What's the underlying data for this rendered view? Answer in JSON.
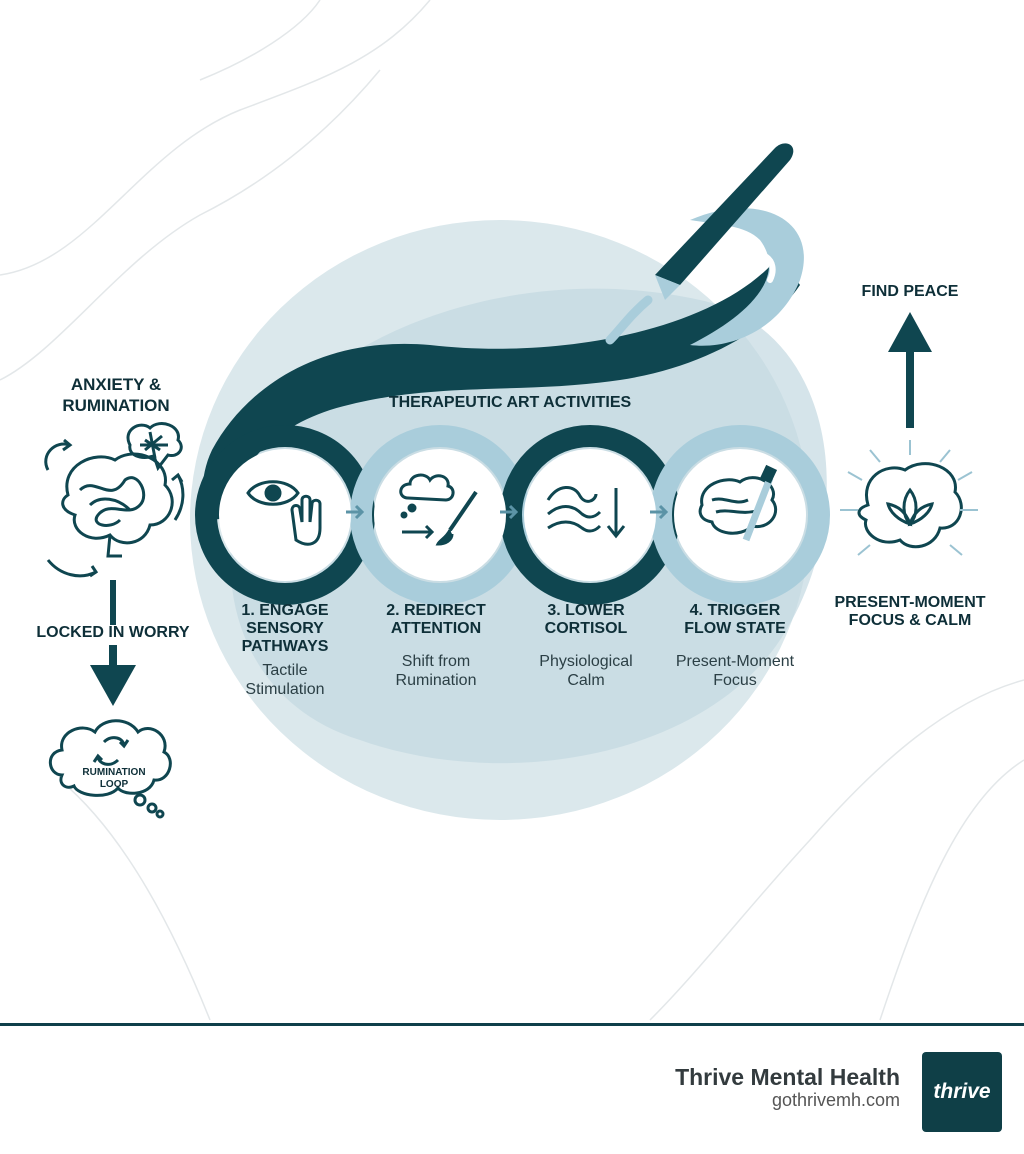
{
  "left": {
    "title": "ANXIETY &\nRUMINATION",
    "locked": "LOCKED IN WORRY",
    "loop": "RUMINATION\nLOOP"
  },
  "center": {
    "title": "THERAPEUTIC ART ACTIVITIES",
    "steps": [
      {
        "title": "1. ENGAGE\nSENSORY\nPATHWAYS",
        "desc": "Tactile\nStimulation",
        "icon": "eye-hand-icon"
      },
      {
        "title": "2. REDIRECT\nATTENTION",
        "desc": "Shift from\nRumination",
        "icon": "cloud-brush-icon"
      },
      {
        "title": "3. LOWER\nCORTISOL",
        "desc": "Physiological\nCalm",
        "icon": "wave-down-icon"
      },
      {
        "title": "4. TRIGGER\nFLOW STATE",
        "desc": "Present-Moment\nFocus",
        "icon": "brain-brush-icon"
      }
    ]
  },
  "right": {
    "top": "FIND PEACE",
    "bottom": "PRESENT-MOMENT\nFOCUS & CALM"
  },
  "footer": {
    "name": "Thrive Mental Health",
    "url": "gothrivemh.com",
    "logo": "thrive"
  },
  "colors": {
    "dark": "#0f4650",
    "light": "#a9cddb",
    "blob": "#d5e6ec",
    "text": "#0e2f38"
  }
}
